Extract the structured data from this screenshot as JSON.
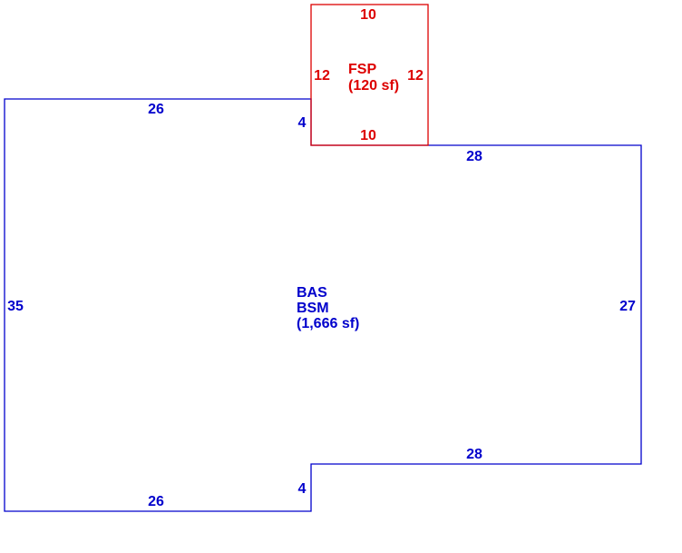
{
  "colors": {
    "main_outline": "#0000cc",
    "porch_outline": "#dd0000",
    "main_text": "#0000cc",
    "porch_text": "#dd0000"
  },
  "main_area": {
    "codes": [
      "BAS",
      "BSM"
    ],
    "area": "(1,666 sf)",
    "dimensions": {
      "top_left": "26",
      "step_top": "4",
      "top_right": "28",
      "right": "27",
      "bottom_right": "28",
      "step_bottom": "4",
      "bottom_left": "26",
      "left": "35"
    }
  },
  "porch_area": {
    "code": "FSP",
    "area": "(120 sf)",
    "dimensions": {
      "top": "10",
      "left": "12",
      "right": "12",
      "bottom": "10"
    }
  }
}
